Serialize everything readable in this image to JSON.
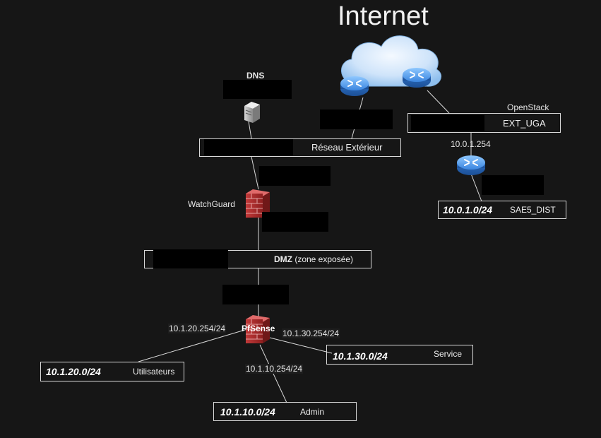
{
  "title": "Internet",
  "openstack": {
    "label": "OpenStack",
    "segment": "EXT_UGA",
    "router_ip": "10.0.1.254"
  },
  "sae5": {
    "network": "10.0.1.0/24",
    "name": "SAE5_DIST"
  },
  "dns": {
    "label": "DNS"
  },
  "exterior": {
    "name": "Réseau Extérieur"
  },
  "watchguard": {
    "label": "WatchGuard"
  },
  "dmz": {
    "name": "DMZ",
    "suffix": " (zone exposée)"
  },
  "pfsense": {
    "label": "PfSense",
    "ip_users": "10.1.20.254/24",
    "ip_service": "10.1.30.254/24",
    "ip_admin": "10.1.10.254/24"
  },
  "users": {
    "network": "10.1.20.0/24",
    "name": "Utilisateurs"
  },
  "service": {
    "network": "10.1.30.0/24",
    "name": "Service"
  },
  "admin": {
    "network": "10.1.10.0/24",
    "name": "Admin"
  },
  "colors": {
    "background": "#161616",
    "line": "#d9d9d9",
    "redaction": "#000000",
    "router": "#3d8ee6",
    "firewall": "#b52a2a"
  },
  "icons": [
    "cloud-icon",
    "router-icon",
    "server-icon",
    "firewall-icon"
  ]
}
